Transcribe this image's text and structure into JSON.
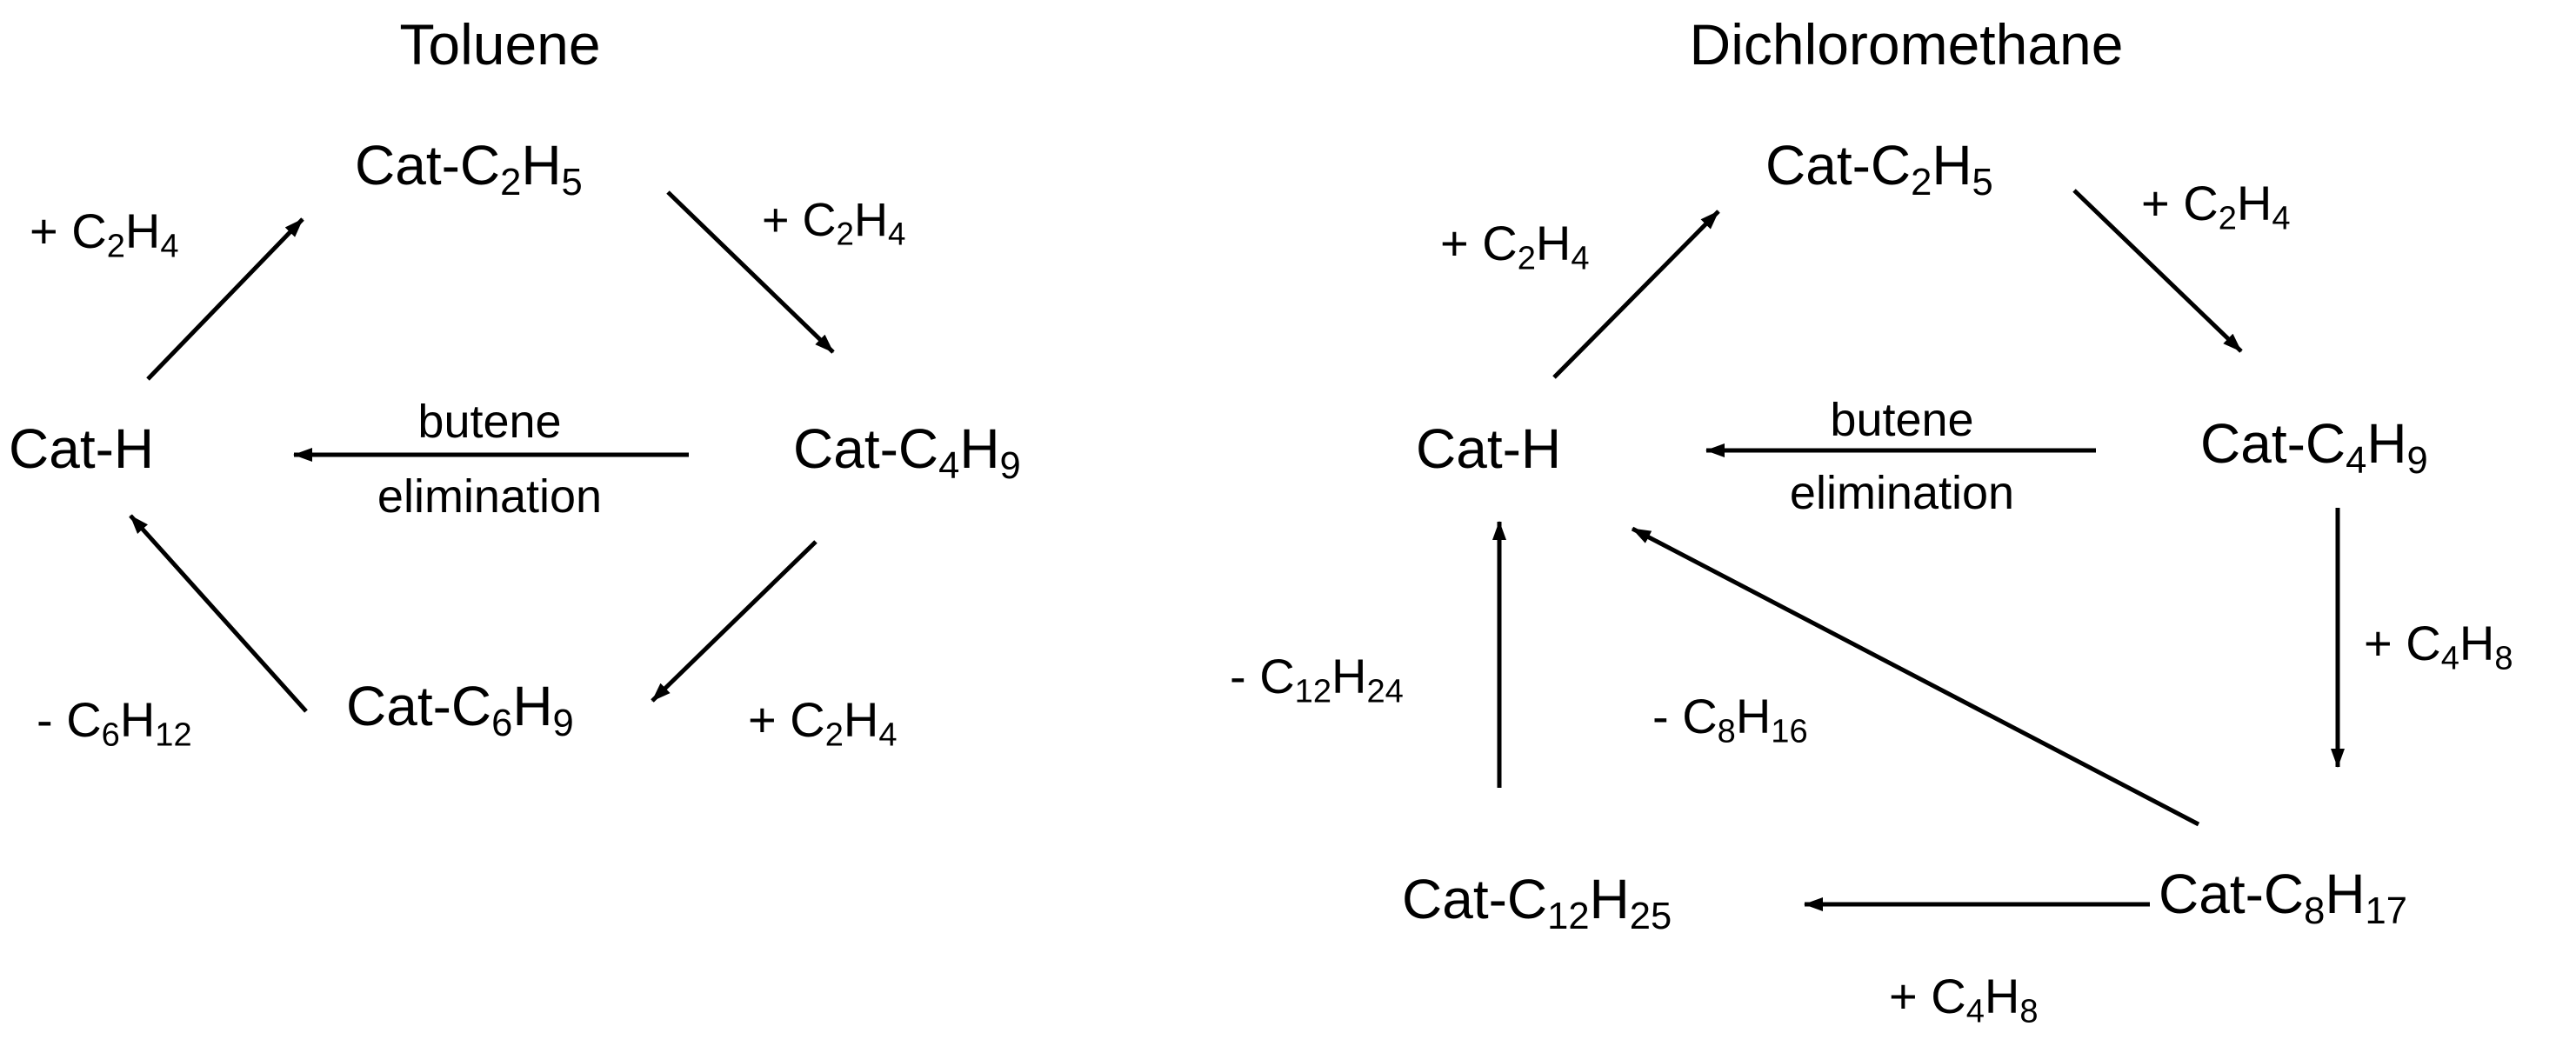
{
  "toluene": {
    "title": "Toluene",
    "species": {
      "cat_h": {
        "pre": "Cat-H",
        "subs": []
      },
      "cat_c2h5": {
        "pre": "Cat-C",
        "subs": [
          [
            "2",
            "H"
          ],
          [
            "5",
            ""
          ]
        ]
      },
      "cat_c4h9": {
        "pre": "Cat-C",
        "subs": [
          [
            "4",
            "H"
          ],
          [
            "9",
            ""
          ]
        ]
      },
      "cat_c6h9": {
        "pre": "Cat-C",
        "subs": [
          [
            "6",
            "H"
          ],
          [
            "9",
            ""
          ]
        ]
      }
    },
    "labels": {
      "add_c2h4_left": {
        "pre": "+ C",
        "subs": [
          [
            "2",
            "H"
          ],
          [
            "4",
            ""
          ]
        ]
      },
      "add_c2h4_top": {
        "pre": "+ C",
        "subs": [
          [
            "2",
            "H"
          ],
          [
            "4",
            ""
          ]
        ]
      },
      "add_c2h4_bottom": {
        "pre": "+ C",
        "subs": [
          [
            "2",
            "H"
          ],
          [
            "4",
            ""
          ]
        ]
      },
      "minus_c6h12": {
        "pre": "- C",
        "subs": [
          [
            "6",
            "H"
          ],
          [
            "12",
            ""
          ]
        ]
      },
      "butene": "butene",
      "elimination": "elimination"
    }
  },
  "dichloromethane": {
    "title": "Dichloromethane",
    "species": {
      "cat_h": {
        "pre": "Cat-H",
        "subs": []
      },
      "cat_c2h5": {
        "pre": "Cat-C",
        "subs": [
          [
            "2",
            "H"
          ],
          [
            "5",
            ""
          ]
        ]
      },
      "cat_c4h9": {
        "pre": "Cat-C",
        "subs": [
          [
            "4",
            "H"
          ],
          [
            "9",
            ""
          ]
        ]
      },
      "cat_c8h17": {
        "pre": "Cat-C",
        "subs": [
          [
            "8",
            "H"
          ],
          [
            "17",
            ""
          ]
        ]
      },
      "cat_c12h25": {
        "pre": "Cat-C",
        "subs": [
          [
            "12",
            "H"
          ],
          [
            "25",
            ""
          ]
        ]
      }
    },
    "labels": {
      "add_c2h4_left": {
        "pre": "+ C",
        "subs": [
          [
            "2",
            "H"
          ],
          [
            "4",
            ""
          ]
        ]
      },
      "add_c2h4_top": {
        "pre": "+ C",
        "subs": [
          [
            "2",
            "H"
          ],
          [
            "4",
            ""
          ]
        ]
      },
      "add_c4h8_right": {
        "pre": "+ C",
        "subs": [
          [
            "4",
            "H"
          ],
          [
            "8",
            ""
          ]
        ]
      },
      "add_c4h8_bottom": {
        "pre": "+ C",
        "subs": [
          [
            "4",
            "H"
          ],
          [
            "8",
            ""
          ]
        ]
      },
      "minus_c12h24": {
        "pre": "- C",
        "subs": [
          [
            "12",
            "H"
          ],
          [
            "24",
            ""
          ]
        ]
      },
      "minus_c8h16": {
        "pre": "- C",
        "subs": [
          [
            "8",
            "H"
          ],
          [
            "16",
            ""
          ]
        ]
      },
      "butene": "butene",
      "elimination": "elimination"
    }
  },
  "colors": {
    "ink": "#000000",
    "background": "#ffffff"
  }
}
